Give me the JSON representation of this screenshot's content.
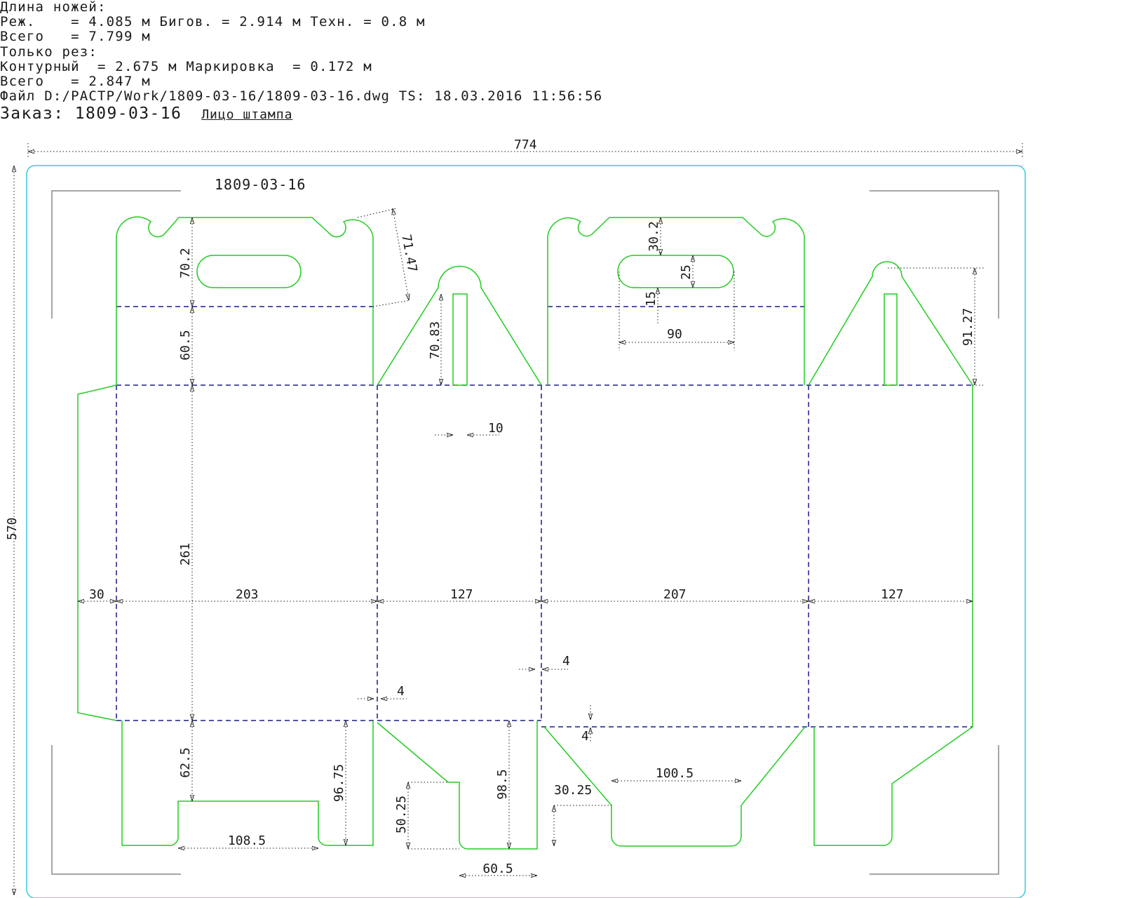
{
  "header": {
    "lines": [
      "Длина ножей:",
      "Реж.    = 4.085 м Бигов. = 2.914 м Техн. = 0.8 м",
      "Всего   = 7.799 м",
      "Только рез:",
      "Контурный  = 2.675 м Маркировка  = 0.172 м",
      "Всего   = 2.847 м",
      "Файл D:/РАСТР/Work/1809-03-16/1809-03-16.dwg TS: 18.03.2016 11:56:56"
    ],
    "order_label": "Заказ:",
    "order_number": "1809-03-16",
    "face_label": "Лицо штампа"
  },
  "drawing": {
    "part_label": "1809-03-16",
    "overall_width": "774",
    "overall_height": "570",
    "dimensions": {
      "d_30": "30",
      "d_203": "203",
      "d_127_a": "127",
      "d_207": "207",
      "d_127_b": "127",
      "d_70_2": "70.2",
      "d_60_5_v": "60.5",
      "d_261": "261",
      "d_62_5": "62.5",
      "d_96_75": "96.75",
      "d_108_5": "108.5",
      "d_71_47": "71.47",
      "d_70_83": "70.83",
      "d_10": "10",
      "d_4_a": "4",
      "d_4_b": "4",
      "d_4_c": "4",
      "d_98_5": "98.5",
      "d_50_25": "50.25",
      "d_60_5_h": "60.5",
      "d_30_25": "30.25",
      "d_100_5": "100.5",
      "d_30_2": "30.2",
      "d_25": "25",
      "d_15": "15",
      "d_90": "90",
      "d_91_27": "91.27"
    },
    "colors": {
      "cut": "#22cc22",
      "crease": "#1a1a8c",
      "sheet": "#33ccdd",
      "dimension": "#1a1a1a",
      "corner_marks": "#888888"
    }
  }
}
